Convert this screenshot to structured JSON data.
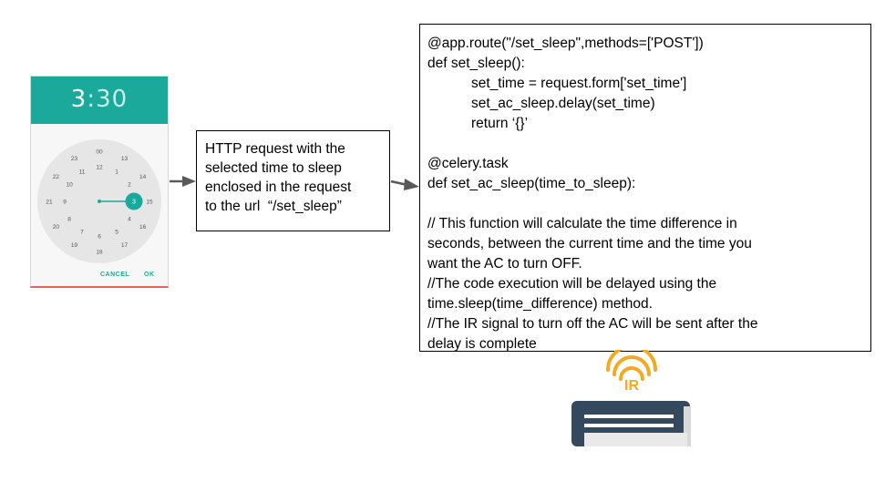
{
  "picker": {
    "hour": "3",
    "separator": ":",
    "minute": "30",
    "selected_hour": "3",
    "outer_numbers": [
      "00",
      "13",
      "14",
      "15",
      "16",
      "17",
      "18",
      "19",
      "20",
      "21",
      "22",
      "23"
    ],
    "inner_numbers": [
      "12",
      "1",
      "2",
      "3",
      "4",
      "5",
      "6",
      "7",
      "8",
      "9",
      "10",
      "11"
    ],
    "cancel_label": "CANCEL",
    "ok_label": "OK",
    "accent_color": "#1aa99b"
  },
  "http_box": {
    "lines": [
      "HTTP request with the",
      "selected time to sleep",
      "enclosed in the request",
      "to the url  “/set_sleep”"
    ]
  },
  "code_box": {
    "lines": [
      "@app.route(\"/set_sleep\",methods=['POST'])",
      "def set_sleep():",
      "set_time = request.form['set_time']",
      "set_ac_sleep.delay(set_time)",
      "return ‘{}’",
      "",
      "@celery.task",
      "def set_ac_sleep(time_to_sleep):",
      "",
      "// This function will calculate the time difference in",
      "seconds, between the current time and the time you",
      "want the AC to turn OFF.",
      "//The code execution will be delayed using the",
      "time.sleep(time_difference) method.",
      "//The IR signal to turn off the AC will be sent after the",
      "delay is complete"
    ]
  },
  "ir_device": {
    "label": "IR",
    "signal_color": "#f4a922",
    "body_color": "#34495e"
  },
  "arrow_color": "#595959"
}
